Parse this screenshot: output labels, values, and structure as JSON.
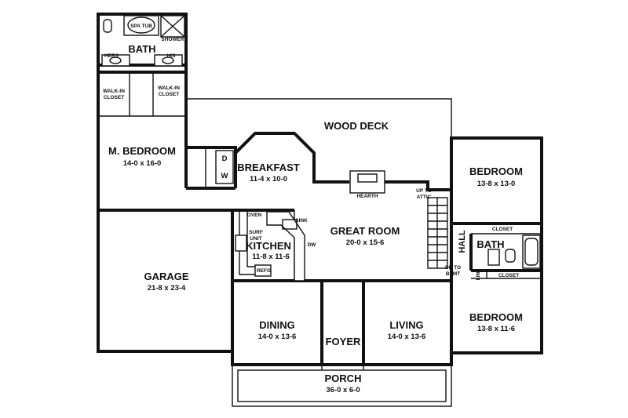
{
  "rooms": {
    "bath_master": {
      "name": "BATH"
    },
    "spa_tub": "SPA TUB",
    "shower": "SHOWER",
    "hers": "HERS",
    "his": "HIS",
    "walk_in_closet_1": [
      "WALK-IN",
      "CLOSET"
    ],
    "walk_in_closet_2": [
      "WALK-IN",
      "CLOSET"
    ],
    "master_bedroom": {
      "name": "M. BEDROOM",
      "dims": "14-0 x 16-0"
    },
    "wood_deck": {
      "name": "WOOD DECK"
    },
    "breakfast": {
      "name": "BREAKFAST",
      "dims": "11-4 x 10-0"
    },
    "dw": [
      "D",
      "W"
    ],
    "hearth": "HEARTH",
    "up_to_attic": [
      "UP TO",
      "ATTIC"
    ],
    "bedroom_1": {
      "name": "BEDROOM",
      "dims": "13-8 x 13-0"
    },
    "closet_1": "CLOSET",
    "closet_2": "CLOSET",
    "hall": "HALL",
    "bath_2": {
      "name": "BATH"
    },
    "lin": "LIN",
    "dn_to_bsmt": [
      "DN TO",
      "BSMT"
    ],
    "oven": "OVEN",
    "sink": "SINK",
    "surf_unit": [
      "SURF",
      "UNIT"
    ],
    "dw_kitchen": "DW",
    "refg": "REFG",
    "kitchen": {
      "name": "KITCHEN",
      "dims": "11-8 x 11-6"
    },
    "great_room": {
      "name": "GREAT ROOM",
      "dims": "20-0 x 15-6"
    },
    "garage": {
      "name": "GARAGE",
      "dims": "21-8 x 23-4"
    },
    "dining": {
      "name": "DINING",
      "dims": "14-0 x 13-6"
    },
    "foyer": {
      "name": "FOYER"
    },
    "living": {
      "name": "LIVING",
      "dims": "14-0 x 13-6"
    },
    "bedroom_2": {
      "name": "BEDROOM",
      "dims": "13-8 x 11-6"
    },
    "porch": {
      "name": "PORCH",
      "dims": "36-0 x 6-0"
    }
  }
}
